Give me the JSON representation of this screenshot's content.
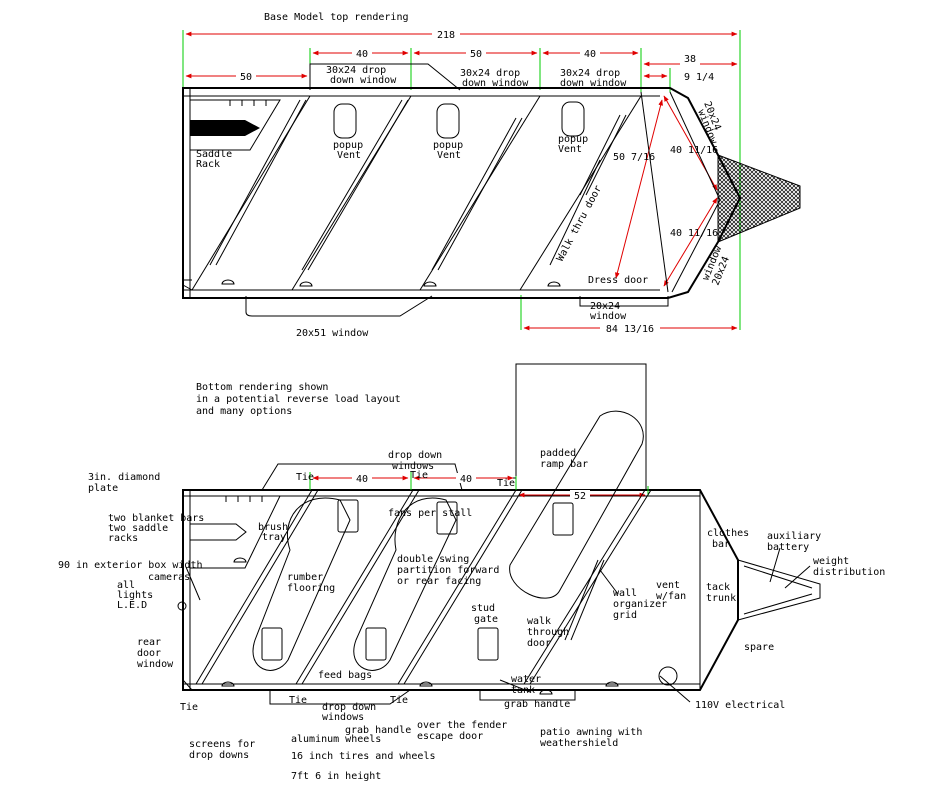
{
  "top": {
    "title": "Base Model top rendering",
    "dims": {
      "overall": "218",
      "d40a": "40",
      "d50a": "50",
      "d40b": "40",
      "d38": "38",
      "d50left": "50",
      "d9": "9 1/4",
      "d50_716": "50 7/16",
      "d40_1116a": "40 11/16",
      "d40_1116b": "40 11/16",
      "d84": "84 13/16"
    },
    "labels": {
      "win1": "30x24 drop",
      "win1b": "down window",
      "win2": "30x24 drop",
      "win2b": "down window",
      "win3": "30x24 drop",
      "win3b": "down window",
      "saddle": "Saddle",
      "saddle2": "Rack",
      "popup1": "popup",
      "popup1b": "Vent",
      "popup2": "popup",
      "popup2b": "Vent",
      "popup3": "popup",
      "popup3b": "Vent",
      "walkthru": "Walk thru door",
      "dress": "Dress door",
      "win2024a": "20x24",
      "win2024b": "window",
      "win2024c": "20x24",
      "win2024d": "window",
      "win2024e": "20x24",
      "win2024f": "window",
      "win2051": "20x51 window"
    }
  },
  "bottom": {
    "intro1": "Bottom rendering shown",
    "intro2": "in a potential reverse load layout",
    "intro3": "and many options",
    "dims": {
      "d40": "40",
      "d40b": "40",
      "d52": "52"
    },
    "labels": {
      "diamond1": "3in. diamond",
      "diamond2": "plate",
      "blanket1": "two blanket bars",
      "blanket2": "two saddle",
      "blanket3": "racks",
      "brush1": "brush",
      "brush2": "tray",
      "width": "90 in exterior box width",
      "cameras": "cameras",
      "lights1": "all",
      "lights2": "lights",
      "lights3": "L.E.D",
      "rear1": "rear",
      "rear2": "door",
      "rear3": "window",
      "tie1": "Tie",
      "tie2": "Tie",
      "tie3": "Tie",
      "tie4": "Tie",
      "tie5": "Tie",
      "tie6": "Tie",
      "dropdown1": "drop down",
      "dropdown2": "windows",
      "dropdown3": "drop down",
      "dropdown4": "windows",
      "padded1": "padded",
      "padded2": "ramp bar",
      "fans": "fans per stall",
      "rubber1": "rumber",
      "rubber2": "flooring",
      "swing1": "double swing",
      "swing2": "partition forward",
      "swing3": "or rear facing",
      "stud1": "stud",
      "stud2": "gate",
      "feed": "feed bags",
      "walk1": "walk",
      "walk2": "through",
      "walk3": "door",
      "wall1": "wall",
      "wall2": "organizer",
      "wall3": "grid",
      "vent1": "vent",
      "vent2": "w/fan",
      "clothes1": "clothes",
      "clothes2": "bar",
      "tack1": "tack",
      "tack2": "trunk",
      "aux1": "auxiliary",
      "aux2": "battery",
      "weight1": "weight",
      "weight2": "distribution",
      "spare": "spare",
      "water1": "water",
      "water2": "tank",
      "grab1": "grab handle",
      "grab2": "grab handle",
      "fender1": "over the fender",
      "fender2": "escape door",
      "patio1": "patio awning with",
      "patio2": "weathershield",
      "elec": "110V electrical",
      "screens1": "screens for",
      "screens2": "drop downs",
      "wheels": "aluminum wheels",
      "tires": "16 inch tires and wheels",
      "height": "7ft 6 in height"
    }
  }
}
